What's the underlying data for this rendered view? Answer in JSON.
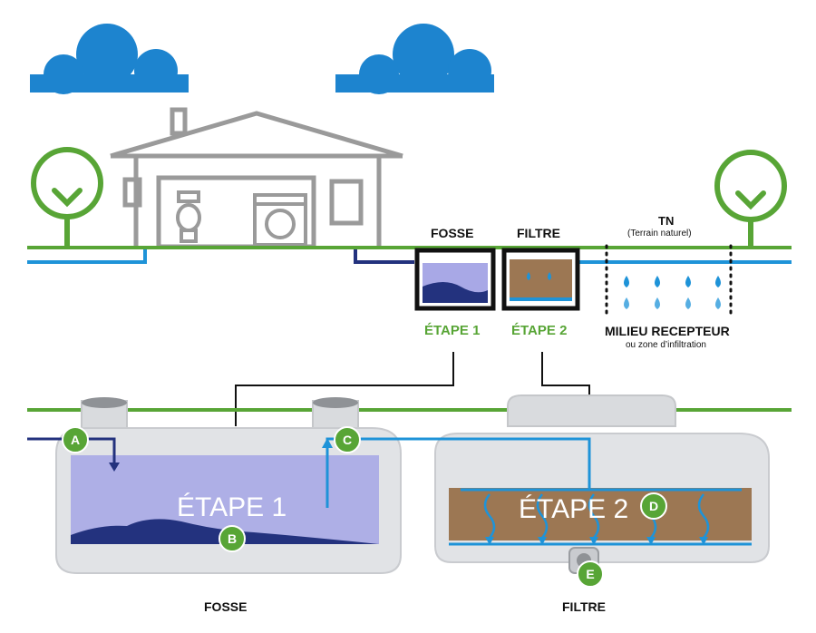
{
  "colors": {
    "cloud": "#1d84cf",
    "green": "#58a536",
    "dark_blue": "#23327e",
    "light_blue": "#1e93d8",
    "house": "#9a9a9a",
    "tank": "#e1e3e6",
    "water": "#a8a8e6",
    "gravel": "#9c7753"
  },
  "top": {
    "fosse_label": "FOSSE",
    "filtre_label": "FILTRE",
    "etape1_label": "ÉTAPE 1",
    "etape2_label": "ÉTAPE 2",
    "tn_label": "TN",
    "tn_sub": "(Terrain naturel)",
    "milieu_label": "MILIEU RECEPTEUR",
    "milieu_sub": "ou zone d’infiltration"
  },
  "bottom": {
    "etape1_big": "ÉTAPE 1",
    "etape2_big": "ÉTAPE 2",
    "fosse_caption": "FOSSE",
    "filtre_caption": "FILTRE"
  },
  "badges": [
    "A",
    "B",
    "C",
    "D",
    "E"
  ],
  "icons": [
    "cloud-icon",
    "tree-icon",
    "house-icon",
    "toilet-icon",
    "washing-machine-icon",
    "water-drop-icon",
    "arrow-down-icon"
  ]
}
